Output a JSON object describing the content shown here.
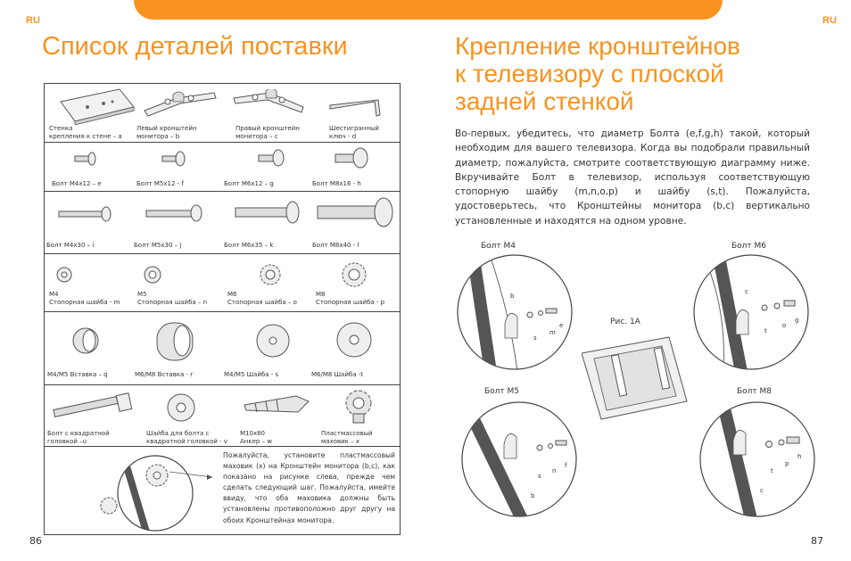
{
  "header": {
    "lang_left": "RU",
    "lang_right": "RU",
    "accent_color": "#f7931e"
  },
  "left_page": {
    "title": "Список деталей поставки",
    "page_number": "86",
    "parts": {
      "row1": [
        "Стенка\nкрепления к стене – a",
        "Левый кронштейн\nмонитора – b",
        "Правый кронштейн\nмонитора – c",
        "Шестигранный\nключ - d"
      ],
      "row2": [
        "Болт M4x12 – e",
        "Болт M5x12 - f",
        "Болт M6x12 – g",
        "Болт M8x16 - h"
      ],
      "row3": [
        "Болт M4x30  – i",
        "Болт M5x30 – j",
        "Болт M6x35 – k",
        "Болт M8x40 - l"
      ],
      "row4": [
        "M4\nСтопорная шайба - m",
        "M5\nСтопорная шайба – n",
        "M6\nСтопорная шайба – o",
        "M8\nСтопорная шайба - p"
      ],
      "row5": [
        "M4/M5 Вставка – q",
        "M6/M8 Вставка - r",
        "M4/M5 Шайба - s",
        "M6/M8 Шайба -t"
      ],
      "row6": [
        "Болт с квадратной\nголовкой –u",
        "Шайба для болта с\nквадратной головкой - v",
        "M10x80\nАнкер – w",
        "Пластмассовый\nмаховик – x"
      ]
    },
    "note": "Пожалуйста, установите пластмассовый маховик (x) на Кронштейн монитора (b,c), как показано на рисунке слева, прежде чем сделать следующий шаг. Пожалуйста, имейте ввиду, что оба маховика должны быть установлены противоположно друг другу на обоих Кронштейнах монитора."
  },
  "right_page": {
    "title": "Крепление кронштейнов\nк телевизору с плоской\nзадней стенкой",
    "page_number": "87",
    "paragraph": "Во-первых, убедитесь, что диаметр Болта (e,f,g,h) такой, который необходим для вашего телевизора. Когда вы подобрали правильный диаметр, пожалуйста, смотрите соответствующую диаграмму ниже. Вкручивайте Болт в телевизор, используя соответствующую стопорную шайбу (m,n,o,p) и шайбу (s,t). Пожалуйста, удостоверьтесь, что Кронштейны монитора (b,c) вертикально установленные и находятся на одном уровне.",
    "diagram_labels": {
      "m4": "Болт  M4",
      "m6": "Болт M6",
      "m5": "Болт M5",
      "m8": "Болт M8",
      "fig": "Рис. 1A"
    },
    "diagram_letters": {
      "m4": [
        "b",
        "m",
        "e",
        "s"
      ],
      "m6": [
        "c",
        "o",
        "g",
        "t"
      ],
      "m5": [
        "s",
        "n",
        "f",
        "b"
      ],
      "m8": [
        "t",
        "p",
        "h",
        "c"
      ]
    }
  }
}
